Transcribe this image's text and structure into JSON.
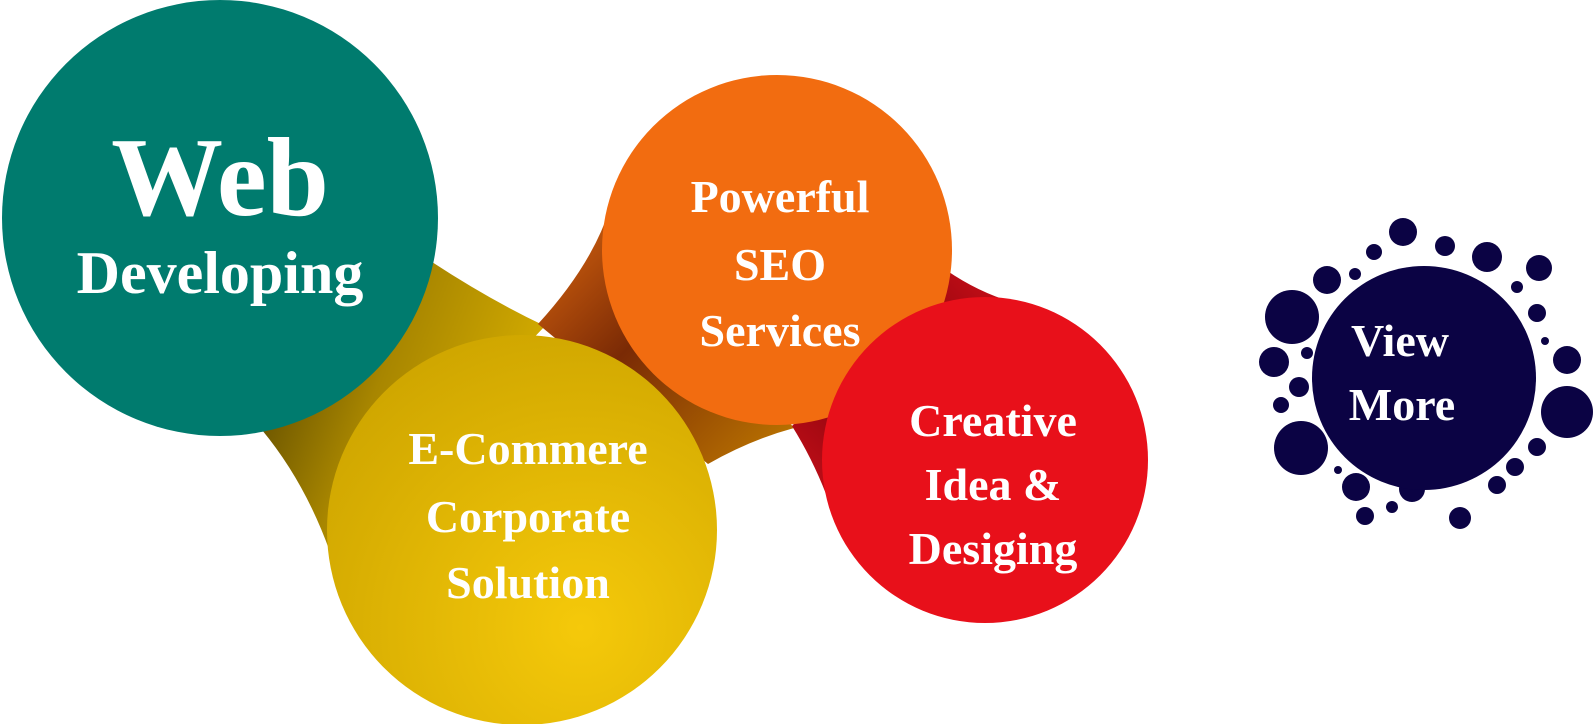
{
  "colors": {
    "teal": "#007B6E",
    "yellow": "#DDB302",
    "orange": "#F26C10",
    "red": "#E8101A",
    "navy": "#0B0344"
  },
  "web_developing": {
    "line1": "Web",
    "line2": "Developing"
  },
  "seo": {
    "line1": "Powerful",
    "line2": "SEO",
    "line3": "Services"
  },
  "ecommerce": {
    "line1": "E-Commere",
    "line2": "Corporate",
    "line3": "Solution"
  },
  "creative": {
    "line1": "Creative",
    "line2": "Idea &",
    "line3": "Desiging"
  },
  "view_more": {
    "line1": "View",
    "line2": "More"
  }
}
